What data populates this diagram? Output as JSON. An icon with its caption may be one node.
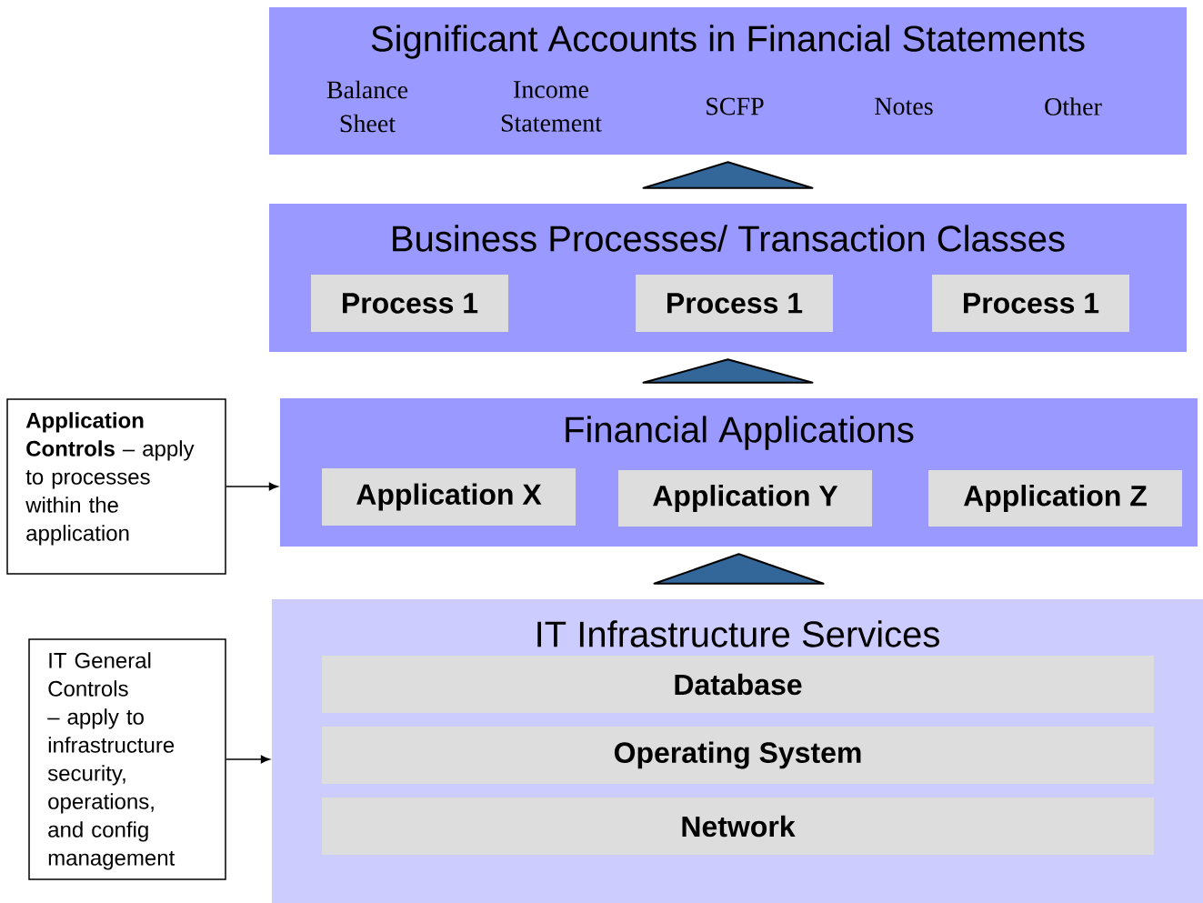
{
  "diagram": {
    "nodes": [
      {
        "text": [
          "Significant Accounts in Financial Statements",
          "Balance Sheet",
          "Income Statement",
          "SCFP",
          "Notes",
          "Other"
        ]
      },
      {
        "text": [
          "Business Processes/ Transaction Classes"
        ]
      },
      {
        "text": [
          "Process 1"
        ],
        "in": 1
      },
      {
        "text": [
          "Process 1"
        ],
        "in": 1
      },
      {
        "text": [
          "Process 1"
        ],
        "in": 1
      },
      {
        "text": [
          "Financial Applications"
        ]
      },
      {
        "text": [
          "Application X"
        ],
        "in": 5
      },
      {
        "text": [
          "Application Y"
        ],
        "in": 5
      },
      {
        "text": [
          "Application Z"
        ],
        "in": 5
      },
      {
        "text": [
          "IT Infrastructure Services"
        ]
      },
      {
        "text": [
          "Database"
        ],
        "in": 9
      },
      {
        "text": [
          "Operating System"
        ],
        "in": 9
      },
      {
        "text": [
          "Network"
        ],
        "in": 9
      },
      {
        "text": [
          "**Application Controls** – apply to processes within the application"
        ]
      },
      {
        "text": [
          "IT General Controls – apply to infrastructure security, operations, and config management"
        ]
      }
    ],
    "edges": [
      {
        "from": 1,
        "to": 0,
        "arrow": "to"
      },
      {
        "from": 5,
        "to": 1,
        "arrow": "to"
      },
      {
        "from": 9,
        "to": 5,
        "arrow": "to"
      },
      {
        "from": 13,
        "to": 5,
        "arrow": "to"
      },
      {
        "from": 14,
        "to": 9,
        "arrow": "to"
      }
    ]
  }
}
